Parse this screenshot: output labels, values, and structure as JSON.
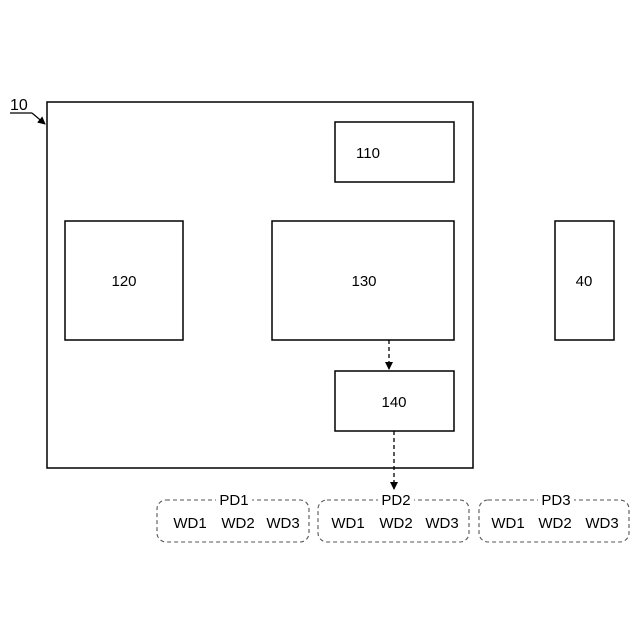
{
  "diagram": {
    "device_label": "10",
    "blocks": {
      "b110": "110",
      "b120": "120",
      "b130": "130",
      "b140": "140",
      "b40": "40"
    },
    "groups": [
      {
        "name": "PD1",
        "items": [
          "WD1",
          "WD2",
          "WD3"
        ]
      },
      {
        "name": "PD2",
        "items": [
          "WD1",
          "WD2",
          "WD3"
        ]
      },
      {
        "name": "PD3",
        "items": [
          "WD1",
          "WD2",
          "WD3"
        ]
      }
    ]
  }
}
